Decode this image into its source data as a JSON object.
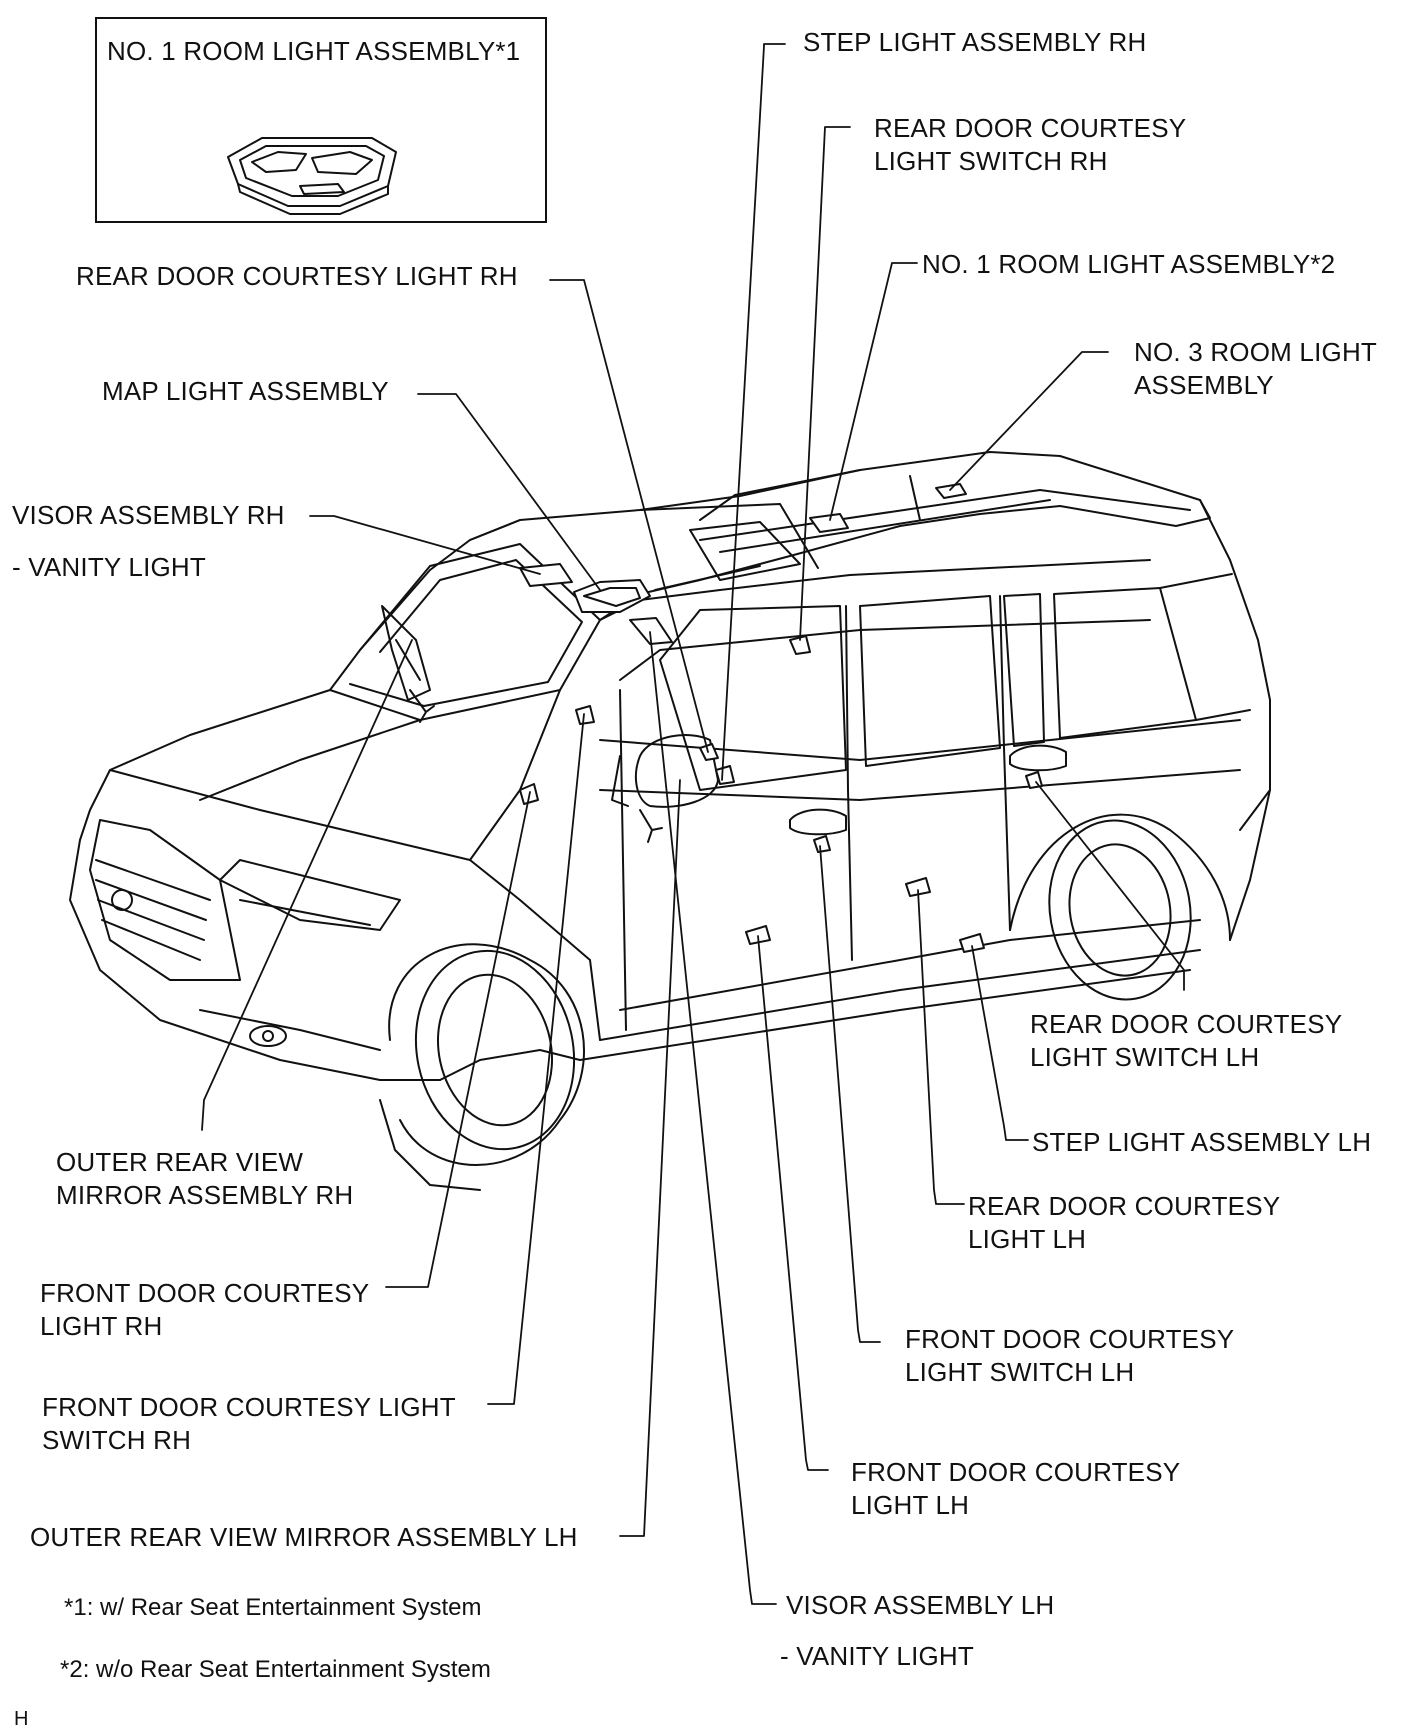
{
  "inset": {
    "title": "NO. 1 ROOM LIGHT ASSEMBLY*1"
  },
  "labels": {
    "step_light_rh": "STEP LIGHT ASSEMBLY RH",
    "rear_door_courtesy_switch_rh": "REAR DOOR COURTESY\nLIGHT SWITCH RH",
    "no1_room_light_2": "NO. 1 ROOM LIGHT ASSEMBLY*2",
    "no3_room_light": "NO. 3 ROOM LIGHT\nASSEMBLY",
    "rear_door_courtesy_light_rh": "REAR DOOR COURTESY LIGHT RH",
    "map_light": "MAP LIGHT ASSEMBLY",
    "visor_rh": "VISOR ASSEMBLY RH",
    "visor_rh_sub": "- VANITY LIGHT",
    "outer_mirror_rh": "OUTER REAR VIEW\nMIRROR ASSEMBLY RH",
    "front_door_courtesy_light_rh": "FRONT DOOR COURTESY\nLIGHT RH",
    "front_door_courtesy_switch_rh": "FRONT DOOR COURTESY LIGHT\nSWITCH RH",
    "outer_mirror_lh": "OUTER REAR VIEW MIRROR ASSEMBLY LH",
    "rear_door_courtesy_switch_lh": "REAR DOOR COURTESY\nLIGHT SWITCH LH",
    "step_light_lh": "STEP LIGHT ASSEMBLY LH",
    "rear_door_courtesy_light_lh": "REAR DOOR COURTESY\nLIGHT LH",
    "front_door_courtesy_switch_lh": "FRONT DOOR COURTESY\nLIGHT SWITCH LH",
    "front_door_courtesy_light_lh": "FRONT DOOR COURTESY\nLIGHT LH",
    "visor_lh": "VISOR ASSEMBLY LH",
    "visor_lh_sub": "- VANITY LIGHT"
  },
  "notes": {
    "note1": "*1: w/ Rear Seat Entertainment System",
    "note2": "*2: w/o Rear Seat Entertainment System"
  },
  "corner_mark": "H"
}
